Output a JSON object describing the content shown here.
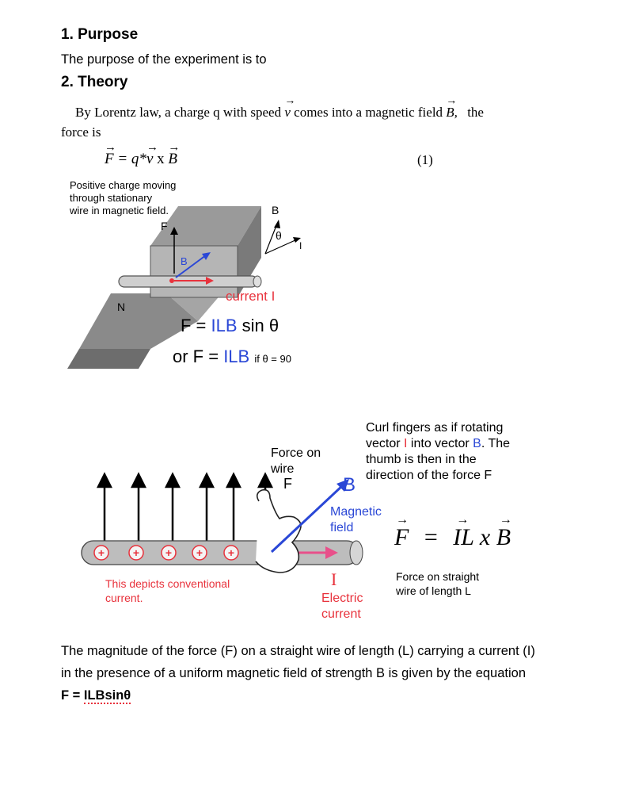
{
  "purpose": {
    "heading": "1. Purpose",
    "text": "The purpose of the experiment is to"
  },
  "theory": {
    "heading": "2. Theory",
    "intro_line1": "By Lorentz law, a charge q with speed",
    "intro_v": "v",
    "intro_mid": "comes into a magnetic field",
    "intro_B": "B,",
    "intro_the": "the",
    "intro_line2": "force is",
    "eq1_lhs": "F",
    "eq1_rhs": "= q*",
    "eq1_v": "v",
    "eq1_x": "x",
    "eq1_B": "B",
    "eq1_number": "(1)"
  },
  "figure1": {
    "caption_line1": "Positive charge moving",
    "caption_line2": "through stationary",
    "caption_line3": "wire in magnetic field.",
    "label_F": "F",
    "label_B_top": "B",
    "label_theta": "θ",
    "label_I": "I",
    "label_B_box": "B",
    "label_N": "N",
    "current_word": "current",
    "current_I": "I",
    "eq_a_prefix": "F = ",
    "eq_a_ILB": "ILB",
    "eq_a_suffix": " sin θ",
    "eq_b_prefix": "or F = ",
    "eq_b_ILB": "ILB",
    "eq_b_suffix": "if θ = 90"
  },
  "figure2": {
    "curl_line1": "Curl fingers as if rotating",
    "curl_line2a": "vector ",
    "curl_line2I": "I",
    "curl_line2b": " into vector ",
    "curl_line2B": "B",
    "curl_line2c": ". The",
    "curl_line3": "thumb is then in the",
    "curl_line4": "direction of the force F",
    "force_line1": "Force on",
    "force_line2": "wire",
    "force_F": "F",
    "B_letter": "B",
    "magnetic_line1": "Magnetic",
    "magnetic_line2": "field",
    "eq_F": "F",
    "eq_eq": "=",
    "eq_IL": "IL",
    "eq_x": "x",
    "eq_B": "B",
    "conv_line1": "This depicts conventional",
    "conv_line2": "current.",
    "I_letter": "I",
    "electric_line1": "Electric",
    "electric_line2": "current",
    "straight_line1": "Force on straight",
    "straight_line2": "wire of length L"
  },
  "conclusion": {
    "line1": "The magnitude of the force (F) on a straight wire of length (L) carrying a current (I)",
    "line2": "in the presence of a uniform magnetic field of strength B is given by the equation",
    "eq_prefix": "F = ",
    "eq_body": "ILBsinθ"
  },
  "colors": {
    "red": "#e8323c",
    "blue": "#2a47d6"
  }
}
